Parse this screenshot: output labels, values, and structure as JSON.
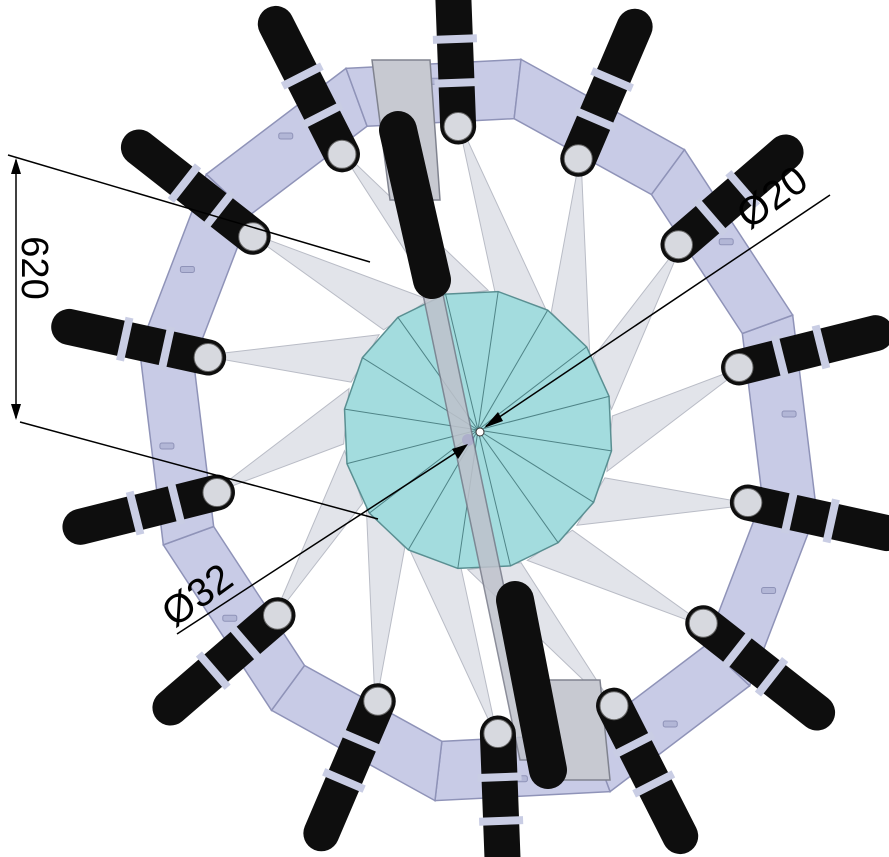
{
  "dimensions": {
    "height_label": "620",
    "inner_diameter_label": "Ø20",
    "outer_diameter_label": "Ø32"
  },
  "colors": {
    "frame": "#c8cbe6",
    "frame_edge": "#8f93b8",
    "cone": "#e2e4ea",
    "window": "#a3dcde",
    "cylinder": "#0e0e0e",
    "band": "#c9cde4"
  },
  "structure": {
    "frame_segments": 12,
    "detector_tubes": 14,
    "central_mirror_facets": 16
  }
}
